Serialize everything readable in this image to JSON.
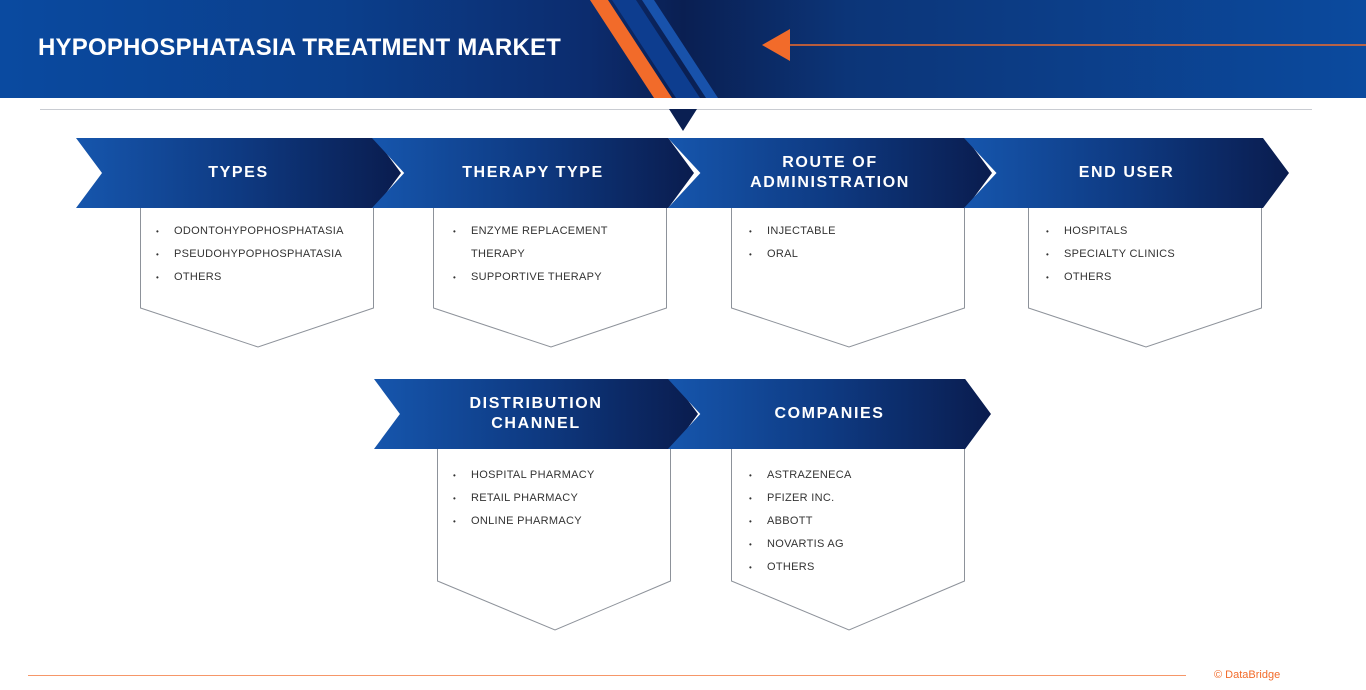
{
  "header": {
    "title": "HYPOPHOSPHATASIA TREATMENT MARKET"
  },
  "colors": {
    "navy": "#0a1f52",
    "royal_blue": "#1656ad",
    "accent_orange": "#f26b2a"
  },
  "segments_row1": [
    {
      "title": "TYPES",
      "items": [
        "ODONTOHYPOPHOSPHATASIA",
        "PSEUDOHYPOPHOSPHATASIA",
        "OTHERS"
      ]
    },
    {
      "title": "THERAPY TYPE",
      "items": [
        "ENZYME REPLACEMENT THERAPY",
        "SUPPORTIVE THERAPY"
      ]
    },
    {
      "title": "ROUTE OF\nADMINISTRATION",
      "items": [
        "INJECTABLE",
        "ORAL"
      ]
    },
    {
      "title": "END USER",
      "items": [
        "HOSPITALS",
        "SPECIALTY CLINICS",
        "OTHERS"
      ]
    }
  ],
  "segments_row2": [
    {
      "title": "DISTRIBUTION\nCHANNEL",
      "items": [
        "HOSPITAL PHARMACY",
        "RETAIL PHARMACY",
        "ONLINE PHARMACY"
      ]
    },
    {
      "title": "COMPANIES",
      "items": [
        "ASTRAZENECA",
        "PFIZER INC.",
        "ABBOTT",
        "NOVARTIS AG",
        "OTHERS"
      ]
    }
  ],
  "footer": {
    "credit": "© DataBridge"
  }
}
